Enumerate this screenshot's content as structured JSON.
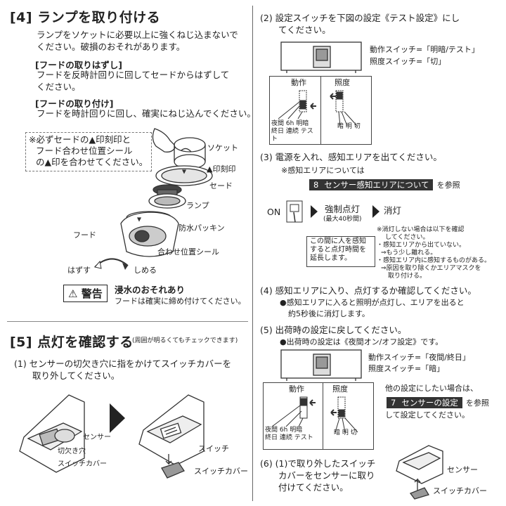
{
  "section4": {
    "title": "[4] ランプを取り付ける",
    "intro_l1": "ランプをソケットに必要以上に強くねじ込まないで",
    "intro_l2": "ください。破損のおそれがあります。",
    "remove_heading": "[フードの取りはずし]",
    "remove_l1": "フードを反時計回りに回してセードからはずして",
    "remove_l2": "ください。",
    "attach_heading": "[フードの取り付け]",
    "attach_text": "フードを時計回りに回し、確実にねじ込んでください。",
    "note_l1": "※必ずセードの▲印刻印と",
    "note_l2": "フード合わせ位置シール",
    "note_l3": "の▲印を合わせてください。",
    "labels": {
      "socket": "ソケット",
      "mark": "▲印刻印",
      "shade": "セード",
      "lamp": "ランプ",
      "packing": "防水パッキン",
      "hood": "フード",
      "seal": "合わせ位置シール",
      "remove": "はずす",
      "tighten": "しめる"
    },
    "warning_label": "警告",
    "warning_title": "浸水のおそれあり",
    "warning_text": "フードは確実に締め付けてください。"
  },
  "section5": {
    "title": "[5] 点灯を確認する",
    "title_note": "(周囲が明るくてもチェックできます)",
    "step1_l1": "(1) センサーの切欠き穴に指をかけてスイッチカバーを",
    "step1_l2": "取り外してください。",
    "labels": {
      "sensor": "センサー",
      "notch": "切欠き穴",
      "switch_cover": "スイッチカバー",
      "switch": "スイッチ",
      "switch_cover2": "スイッチカバー"
    }
  },
  "right": {
    "step2_l1": "(2) 設定スイッチを下図の設定《テスト設定》にし",
    "step2_l2": "てください。",
    "test_op_switch": "動作スイッチ=「明暗/テスト」",
    "test_lux_switch": "照度スイッチ=「切」",
    "panel_op": "動作",
    "panel_lux": "照度",
    "op_labels": [
      "夜間",
      "6h",
      "明暗",
      "終日",
      "連続",
      "テスト"
    ],
    "lux_labels": [
      "暗",
      "明",
      "切"
    ],
    "step3": "(3) 電源を入れ、感知エリアを出てください。",
    "step3_note": "※感知エリアについては",
    "ref8_num": "8",
    "ref8_text": "センサー感知エリアについて",
    "ref_suffix": "を参照",
    "on_label": "ON",
    "forced_on": "強制点灯",
    "forced_sub": "(最大40秒間)",
    "off_label": "消灯",
    "extend_l1": "この間に人を感知",
    "extend_l2": "すると点灯時間を",
    "extend_l3": "延長します。",
    "trouble_l1": "※消灯しない場合は以下を確認",
    "trouble_l2": "してください。",
    "trouble_l3": "・感知エリアから出ていない。",
    "trouble_l4": "⇒もう少し離れる。",
    "trouble_l5": "・感知エリア内に感知するものがある。",
    "trouble_l6": "⇒原因を取り除くかエリアマスクを",
    "trouble_l7": "取り付ける。",
    "step4": "(4) 感知エリアに入り、点灯するか確認してください。",
    "step4_l1": "●感知エリアに入ると照明が点灯し、エリアを出ると",
    "step4_l2": "約5秒後に消灯します。",
    "step5": "(5) 出荷時の設定に戻してください。",
    "step5_note": "●出荷時の設定は《夜間オン/オフ設定》です。",
    "ship_op_switch": "動作スイッチ=「夜間/終日」",
    "ship_lux_switch": "照度スイッチ=「暗」",
    "other_l1": "他の設定にしたい場合は、",
    "ref7_num": "7",
    "ref7_text": "センサーの設定",
    "ref7_suffix": "を参照",
    "other_l3": "して設定してください。",
    "step6_l1": "(6) (1)で取り外したスイッチ",
    "step6_l2": "カバーをセンサーに取り",
    "step6_l3": "付けてください。",
    "label_sensor": "センサー",
    "label_cover": "スイッチカバー"
  }
}
